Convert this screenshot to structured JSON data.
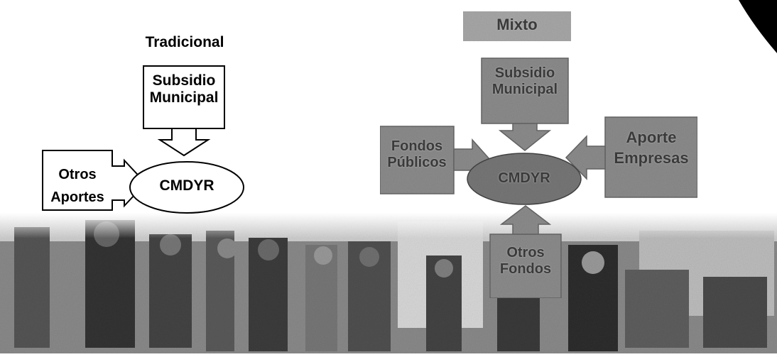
{
  "traditional": {
    "title": "Tradicional",
    "subsidy": "Subsidio\nMunicipal",
    "other": "Otros\nAportes",
    "center": "CMDYR"
  },
  "mixed": {
    "title": "Mixto",
    "subsidy": "Subsidio\nMunicipal",
    "public_funds": "Fondos\nPúblicos",
    "companies": "Aporte\nEmpresas",
    "other_funds": "Otros\nFondos",
    "center": "CMDYR"
  },
  "colors": {
    "mixed_box": "#8c8c8c",
    "mixed_oval": "#777777",
    "photo_band": "#6f6f6f",
    "corner_mark": "#000000"
  }
}
